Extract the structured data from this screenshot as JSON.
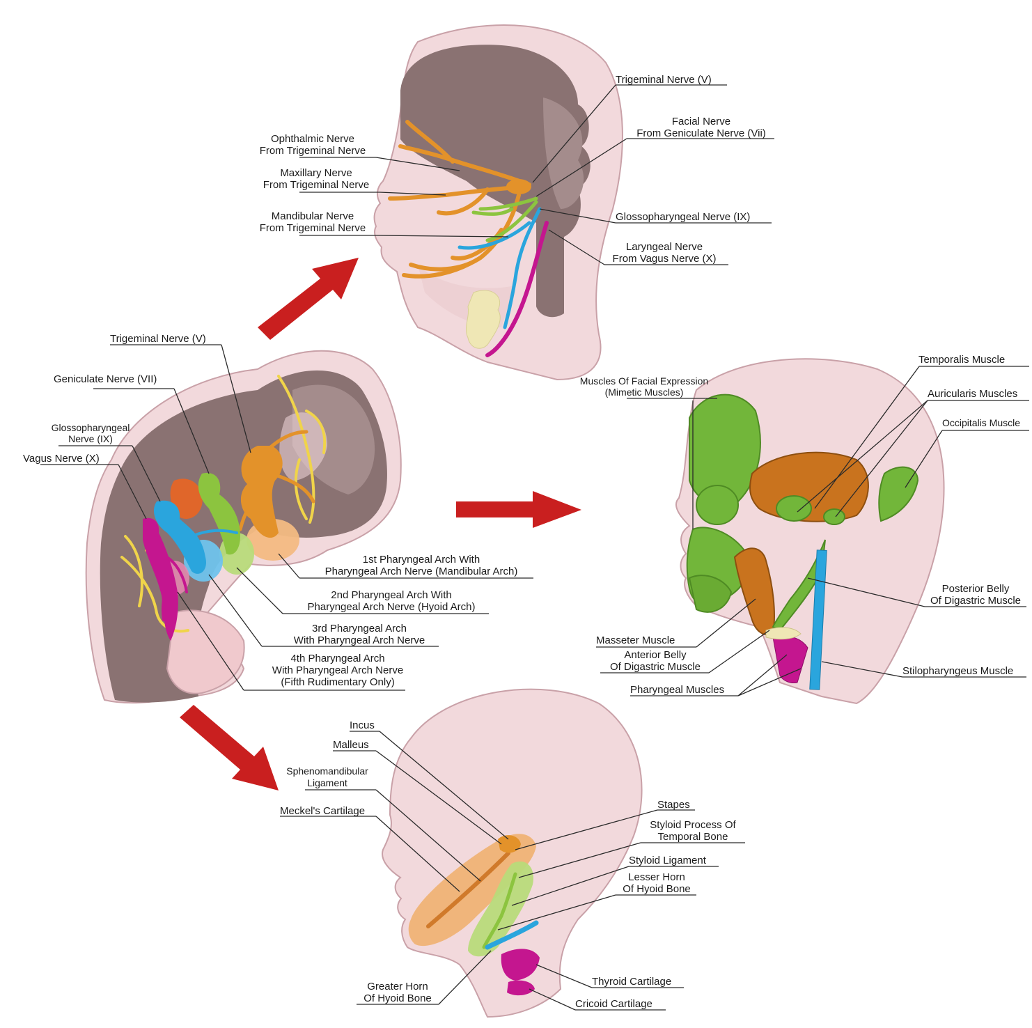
{
  "colors": {
    "skin": "#f2d9dc",
    "skin_outline": "#c9a1a8",
    "brain": "#8a7272",
    "brain_light": "#a48c8c",
    "trigeminal": "#e3922a",
    "facial": "#8cc43f",
    "glossopharyngeal": "#2aa5dd",
    "vagus": "#c4168f",
    "arch4_orange": "#e0662a",
    "cartilage_yellow": "#efe7b5",
    "arrow": "#c91f1f",
    "label_line": "#2a2a2a"
  },
  "icons": {
    "arrow_to_nerves": "arrow-right-up",
    "arrow_to_muscles": "arrow-right",
    "arrow_to_skeleton": "arrow-right-down"
  },
  "panels": {
    "nerves": {
      "trigeminal": "Trigeminal Nerve (V)",
      "facial": [
        "Facial Nerve",
        "From Geniculate Nerve (Vii)"
      ],
      "ophthalmic": [
        "Ophthalmic Nerve",
        "From Trigeminal Nerve"
      ],
      "maxillary": [
        "Maxillary Nerve",
        "From Trigeminal Nerve"
      ],
      "mandibular": [
        "Mandibular Nerve",
        "From Trigeminal Nerve"
      ],
      "glossopharyngeal": "Glossopharyngeal Nerve (IX)",
      "laryngeal": [
        "Laryngeal Nerve",
        "From Vagus Nerve (X)"
      ]
    },
    "embryo": {
      "trigeminal": "Trigeminal Nerve (V)",
      "geniculate": "Geniculate Nerve (VII)",
      "glossopharyngeal": [
        "Glossopharyngeal",
        "Nerve (IX)"
      ],
      "vagus": "Vagus Nerve (X)",
      "arch1": [
        "1st Pharyngeal Arch With",
        "Pharyngeal Arch Nerve (Mandibular Arch)"
      ],
      "arch2": [
        "2nd Pharyngeal Arch With",
        "Pharyngeal Arch Nerve (Hyoid Arch)"
      ],
      "arch3": [
        "3rd Pharyngeal Arch",
        "With Pharyngeal Arch Nerve"
      ],
      "arch4": [
        "4th Pharyngeal Arch",
        "With Pharyngeal Arch Nerve",
        "(Fifth Rudimentary Only)"
      ]
    },
    "muscles": {
      "facial_expression": [
        "Muscles Of Facial Expression",
        "(Mimetic Muscles)"
      ],
      "temporalis": "Temporalis Muscle",
      "auricularis": "Auricularis Muscles",
      "occipitalis": "Occipitalis Muscle",
      "posterior_digastric": [
        "Posterior Belly",
        "Of Digastric Muscle"
      ],
      "masseter": "Masseter Muscle",
      "anterior_digastric": [
        "Anterior Belly",
        "Of Digastric Muscle"
      ],
      "pharyngeal": "Pharyngeal Muscles",
      "stilopharyngeus": "Stilopharyngeus Muscle"
    },
    "skeleton": {
      "incus": "Incus",
      "malleus": "Malleus",
      "sphenomandibular": [
        "Sphenomandibular",
        "Ligament"
      ],
      "meckel": "Meckel's Cartilage",
      "stapes": "Stapes",
      "styloid_process": [
        "Styloid Process Of",
        "Temporal Bone"
      ],
      "styloid_ligament": "Styloid Ligament",
      "lesser_horn": [
        "Lesser Horn",
        "Of Hyoid Bone"
      ],
      "greater_horn": [
        "Greater Horn",
        "Of Hyoid Bone"
      ],
      "thyroid": "Thyroid Cartilage",
      "cricoid": "Cricoid Cartilage"
    }
  }
}
